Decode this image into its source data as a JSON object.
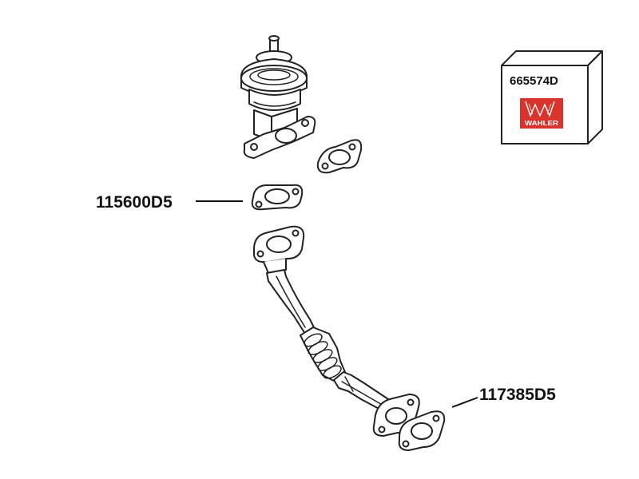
{
  "labels": {
    "gasket_upper": "115600D5",
    "gasket_lower": "117385D5",
    "valve_box": "665574D"
  },
  "logo": {
    "text": "WAHLER",
    "color": "#d9342b"
  },
  "colors": {
    "line": "#222222",
    "background": "#ffffff"
  }
}
